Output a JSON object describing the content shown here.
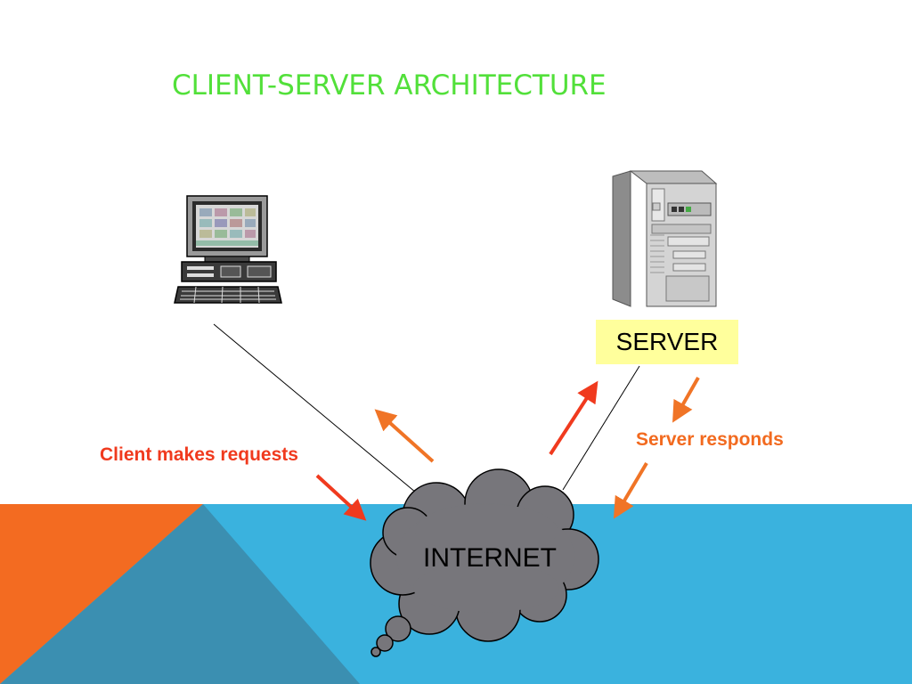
{
  "title": "CLIENT-SERVER ARCHITECTURE",
  "nodes": {
    "client": {
      "icon": "desktop-computer-icon"
    },
    "server": {
      "icon": "server-tower-icon",
      "label": "SERVER"
    },
    "internet": {
      "icon": "cloud-icon",
      "label": "INTERNET"
    }
  },
  "captions": {
    "client": "Client makes requests",
    "server": "Server responds"
  },
  "colors": {
    "title": "#52e03a",
    "client_caption": "#f03a1e",
    "server_caption": "#f26a1f",
    "request_arrow": "#f03a1e",
    "response_arrow": "#f07426",
    "server_label_bg": "#ffff9c",
    "cloud_fill": "#77767b",
    "band_blue": "#3ab2de",
    "band_orange": "#f36b21",
    "band_teal": "#3b8fb1"
  }
}
